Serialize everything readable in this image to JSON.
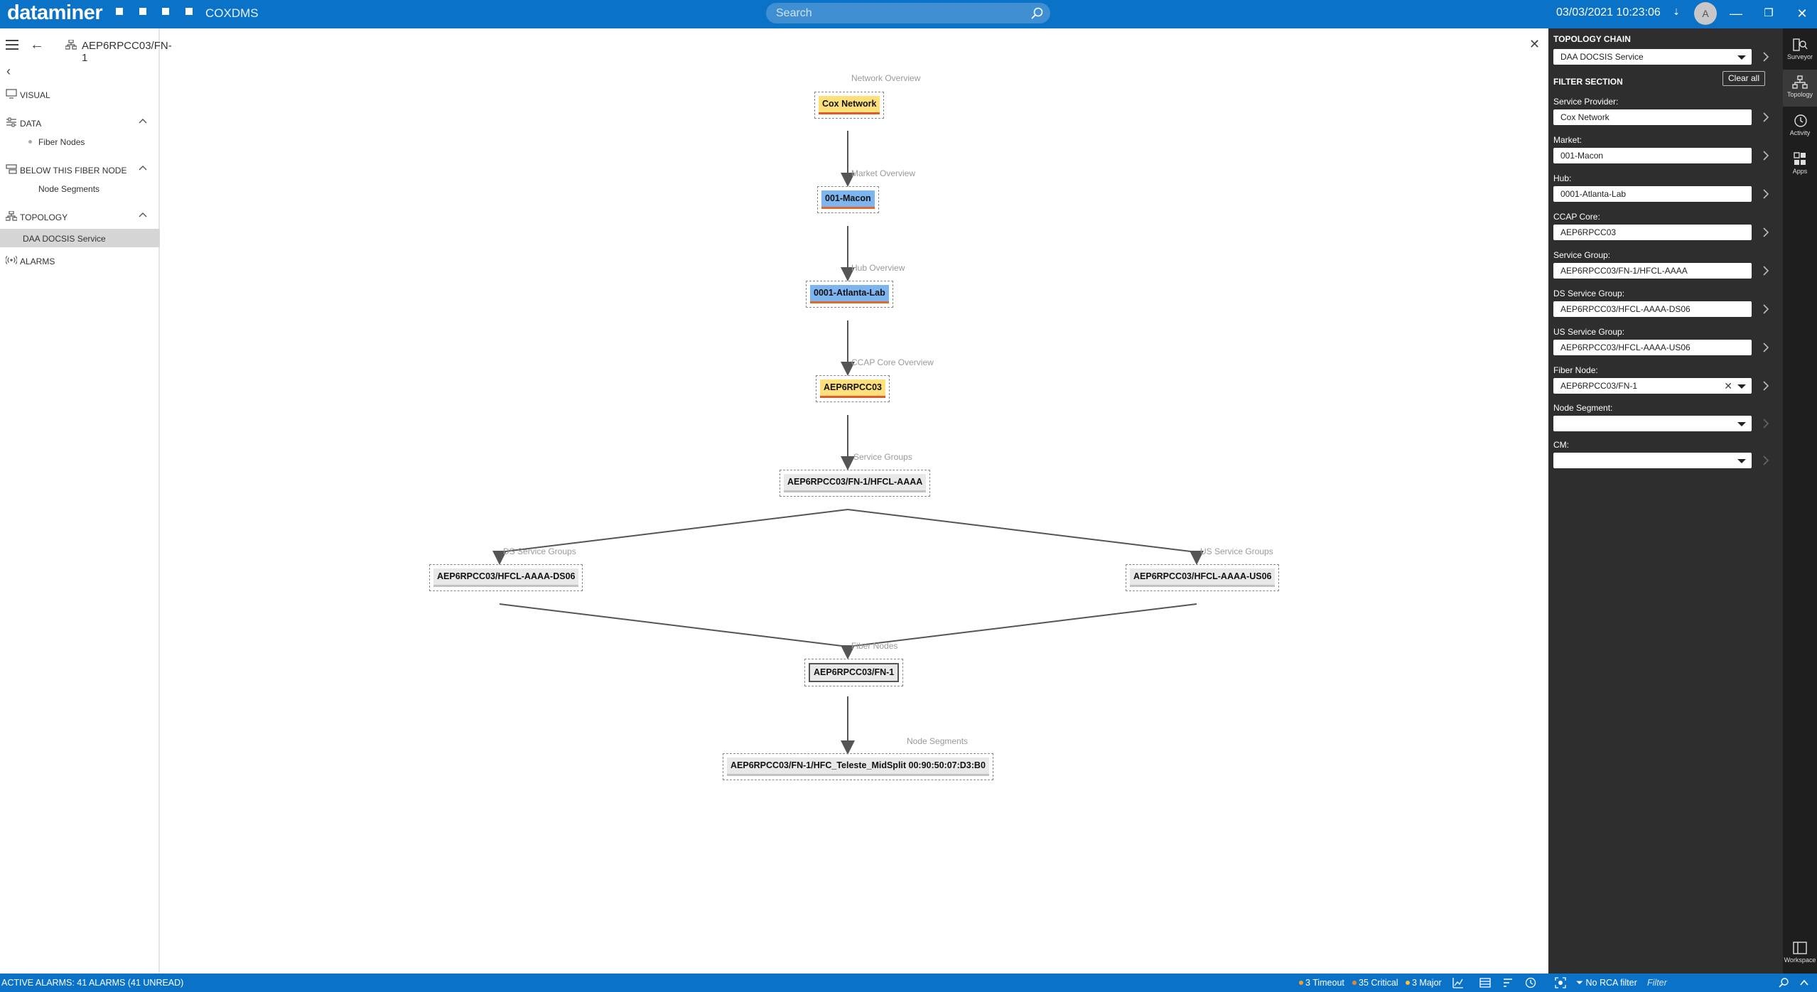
{
  "app": {
    "logo": "dataminer",
    "app_name": "COXDMS",
    "search_placeholder": "Search",
    "datetime": "03/03/2021 10:23:06",
    "user_initial": "A"
  },
  "breadcrumb": "AEP6RPCC03/FN-1",
  "nav": {
    "visual": "VISUAL",
    "data": "DATA",
    "fiber_nodes": "Fiber Nodes",
    "below": "BELOW THIS FIBER NODE",
    "node_segments": "Node Segments",
    "topology": "TOPOLOGY",
    "daa": "DAA DOCSIS Service",
    "alarms": "ALARMS"
  },
  "topology": {
    "labels": {
      "network": "Network Overview",
      "market": "Market Overview",
      "hub": "Hub Overview",
      "ccap": "CCAP Core Overview",
      "sg": "Service Groups",
      "ds": "DS Service Groups",
      "us": "US Service Groups",
      "fn": "Fiber Nodes",
      "ns": "Node Segments"
    },
    "nodes": {
      "cox": "Cox Network",
      "macon": "001-Macon",
      "atlanta": "0001-Atlanta-Lab",
      "ccap": "AEP6RPCC03",
      "sg": "AEP6RPCC03/FN-1/HFCL-AAAA",
      "ds": "AEP6RPCC03/HFCL-AAAA-DS06",
      "us": "AEP6RPCC03/HFCL-AAAA-US06",
      "fn": "AEP6RPCC03/FN-1",
      "ns": "AEP6RPCC03/FN-1/HFC_Teleste_MidSplit 00:90:50:07:D3:B0"
    }
  },
  "panel": {
    "topology_chain_title": "TOPOLOGY CHAIN",
    "topology_chain_value": "DAA DOCSIS Service",
    "filter_section_title": "FILTER SECTION",
    "clear_all": "Clear all",
    "fields": {
      "service_provider": {
        "label": "Service Provider:",
        "value": "Cox Network"
      },
      "market": {
        "label": "Market:",
        "value": "001-Macon"
      },
      "hub": {
        "label": "Hub:",
        "value": "0001-Atlanta-Lab"
      },
      "ccap_core": {
        "label": "CCAP Core:",
        "value": "AEP6RPCC03"
      },
      "service_group": {
        "label": "Service Group:",
        "value": "AEP6RPCC03/FN-1/HFCL-AAAA"
      },
      "ds_service_group": {
        "label": "DS Service Group:",
        "value": "AEP6RPCC03/HFCL-AAAA-DS06"
      },
      "us_service_group": {
        "label": "US Service Group:",
        "value": "AEP6RPCC03/HFCL-AAAA-US06"
      },
      "fiber_node": {
        "label": "Fiber Node:",
        "value": "AEP6RPCC03/FN-1"
      },
      "node_segment": {
        "label": "Node Segment:",
        "value": ""
      },
      "cm": {
        "label": "CM:",
        "value": ""
      }
    }
  },
  "rail": {
    "surveyor": "Surveyor",
    "topology": "Topology",
    "activity": "Activity",
    "apps": "Apps",
    "workspace": "Workspace"
  },
  "status": {
    "alarms": "ACTIVE ALARMS: 41 ALARMS (41 UNREAD)",
    "timeout": "3 Timeout",
    "critical": "35 Critical",
    "major": "3 Major",
    "rca": "No RCA filter",
    "filter_placeholder": "Filter"
  },
  "colors": {
    "brand_blue": "#0a73c8",
    "panel_dark": "#2e2e2e",
    "timeout": "#f0a030",
    "critical": "#e8872a",
    "major": "#f5c23a"
  }
}
